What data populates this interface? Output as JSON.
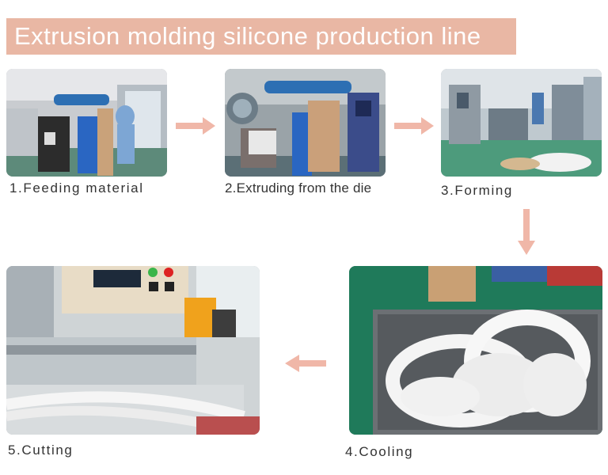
{
  "title": "Extrusion molding silicone production line",
  "steps": [
    {
      "caption": "1.Feeding material"
    },
    {
      "caption": "2.Extruding from the die"
    },
    {
      "caption": "3.Forming"
    },
    {
      "caption": "4.Cooling"
    },
    {
      "caption": "5.Cutting"
    }
  ],
  "colors": {
    "banner": "#e9b7a4",
    "arrow": "#f0b7a8",
    "caption_text": "#333333"
  }
}
